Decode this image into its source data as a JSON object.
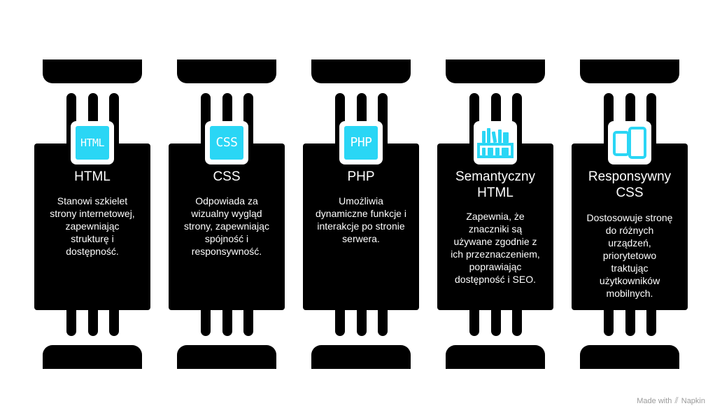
{
  "colors": {
    "background": "#ffffff",
    "card": "#000000",
    "accent": "#2ad6f5",
    "text": "#ffffff",
    "footer_text": "#9a9a9a"
  },
  "columns": [
    {
      "icon": "html-icon",
      "icon_text": "HTML",
      "title": "HTML",
      "description": "Stanowi szkielet\nstrony internetowej,\nzapewniając\nstrukturę i\ndostępność."
    },
    {
      "icon": "css-icon",
      "icon_text": "CSS",
      "title": "CSS",
      "description": "Odpowiada za\nwizualny wygląd\nstrony, zapewniając\nspójność i\nresponsywność."
    },
    {
      "icon": "php-icon",
      "icon_text": "PHP",
      "title": "PHP",
      "description": "Umożliwia\ndynamiczne funkcje i\ninterakcje po stronie\nserwera."
    },
    {
      "icon": "bookshelf-icon",
      "title": "Semantyczny\nHTML",
      "description": "Zapewnia, że\nznaczniki są\nużywane zgodnie z\nich przeznaczeniem,\npoprawiając\ndostępność i SEO."
    },
    {
      "icon": "responsive-devices-icon",
      "title": "Responsywny\nCSS",
      "description": "Dostosowuje stronę\ndo różnych\nurządzeń,\npriorytetowo\ntraktując\nużytkowników\nmobilnych."
    }
  ],
  "footer": {
    "made_with": "Made with",
    "brand": "Napkin"
  }
}
